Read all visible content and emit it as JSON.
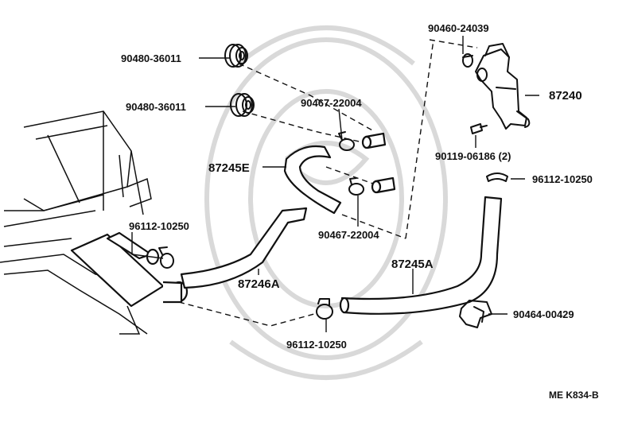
{
  "labels": {
    "p90480_a": "90480-36011",
    "p90480_b": "90480-36011",
    "p90467_a": "90467-22004",
    "p90467_b": "90467-22004",
    "p87245E": "87245E",
    "p96112_left": "96112-10250",
    "p87246A": "87246A",
    "p96112_bottom": "96112-10250",
    "p87245A": "87245A",
    "p90464": "90464-00429",
    "p96112_right": "96112-10250",
    "p90119": "90119-06186 (2)",
    "p87240": "87240",
    "p90460": "90460-24039"
  },
  "figure_code": "ME K834-B"
}
